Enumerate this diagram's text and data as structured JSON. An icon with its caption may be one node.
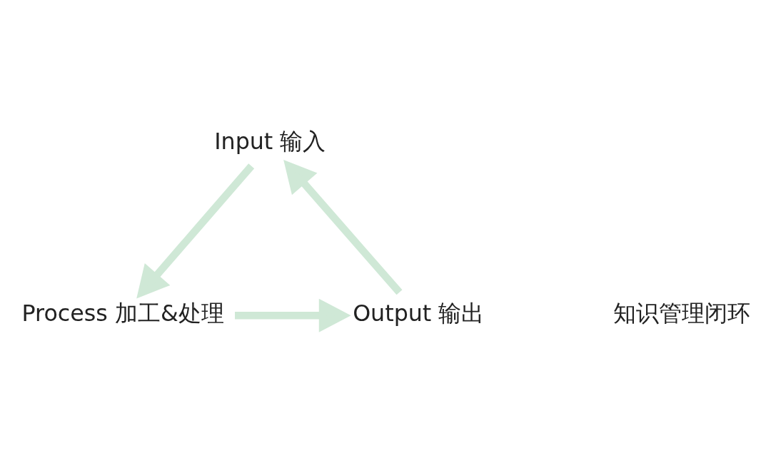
{
  "diagram": {
    "nodes": [
      {
        "text": [
          "Input 输入"
        ]
      },
      {
        "text": [
          "Process 加工&处理"
        ]
      },
      {
        "text": [
          "Output 输出"
        ]
      }
    ],
    "edges": [
      {
        "from": 0,
        "to": 1,
        "arrow": "to"
      },
      {
        "from": 1,
        "to": 2,
        "arrow": "to"
      },
      {
        "from": 2,
        "to": 0,
        "arrow": "to"
      }
    ],
    "labels": [
      "知识管理闭环"
    ]
  }
}
